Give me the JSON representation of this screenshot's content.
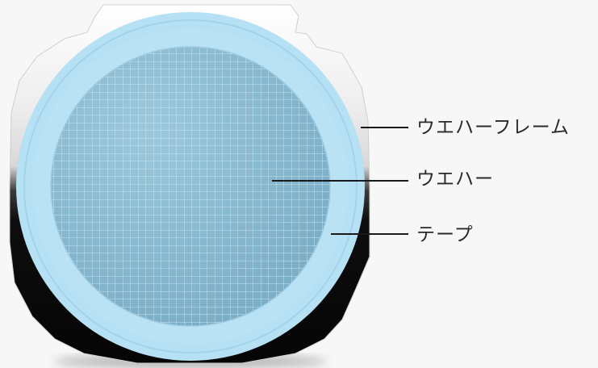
{
  "labels": {
    "frame": "ウエハーフレーム",
    "wafer": "ウエハー",
    "tape": "テープ"
  },
  "colors": {
    "background": "#f7f7f7",
    "frame_silver": "#e6e6e6",
    "frame_black": "#0c0c0c",
    "tape_blue": "#b6e0f4",
    "wafer_blue": "#86b9d0",
    "grid_line": "#cfe9f6",
    "callout_line": "#1a1a1a"
  }
}
